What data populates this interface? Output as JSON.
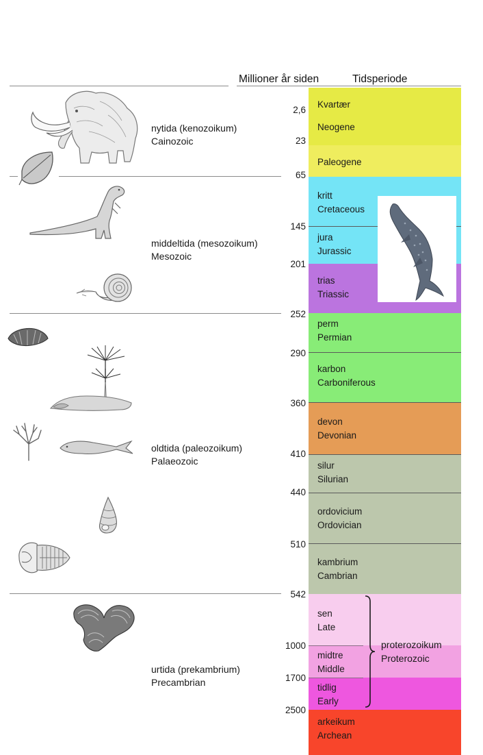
{
  "header": {
    "age_label": "Millioner år siden",
    "period_label": "Tidsperiode"
  },
  "eras": [
    {
      "id": "kenozoikum",
      "label_no": "nytida (kenozoikum)",
      "label_en": "Cainozoic"
    },
    {
      "id": "mesozoikum",
      "label_no": "middeltida (mesozoikum)",
      "label_en": "Mesozoic"
    },
    {
      "id": "paleozoikum",
      "label_no": "oldtida (paleozoikum)",
      "label_en": "Palaeozoic"
    },
    {
      "id": "prekambrium",
      "label_no": "urtida (prekambrium)",
      "label_en": "Precambrian"
    }
  ],
  "ages": [
    "2,6",
    "23",
    "65",
    "145",
    "201",
    "252",
    "290",
    "360",
    "410",
    "440",
    "510",
    "542",
    "1000",
    "1700",
    "2500"
  ],
  "periods": [
    {
      "id": "kvartaer",
      "label_no": "Kvartær",
      "color": "#e6ea45"
    },
    {
      "id": "neogene",
      "label_no": "Neogene",
      "color": "#e6ea45"
    },
    {
      "id": "paleogene",
      "label_no": "Paleogene",
      "color": "#efed5e"
    },
    {
      "id": "kritt",
      "label_no": "kritt",
      "label_en": "Cretaceous",
      "color": "#74e4f6"
    },
    {
      "id": "jura",
      "label_no": "jura",
      "label_en": "Jurassic",
      "color": "#74e4f6"
    },
    {
      "id": "trias",
      "label_no": "trias",
      "label_en": "Triassic",
      "color": "#bb74df"
    },
    {
      "id": "perm",
      "label_no": "perm",
      "label_en": "Permian",
      "color": "#88ec77"
    },
    {
      "id": "karbon",
      "label_no": "karbon",
      "label_en": "Carboniferous",
      "color": "#88ec77"
    },
    {
      "id": "devon",
      "label_no": "devon",
      "label_en": "Devonian",
      "color": "#e59c56"
    },
    {
      "id": "silur",
      "label_no": "silur",
      "label_en": "Silurian",
      "color": "#bcc7ac"
    },
    {
      "id": "ordovicium",
      "label_no": "ordovicium",
      "label_en": "Ordovician",
      "color": "#bcc7ac"
    },
    {
      "id": "kambrium",
      "label_no": "kambrium",
      "label_en": "Cambrian",
      "color": "#bcc7ac"
    },
    {
      "id": "sen",
      "label_no": "sen",
      "label_en": "Late",
      "color": "#f8cdee"
    },
    {
      "id": "midtre",
      "label_no": "midtre",
      "label_en": "Middle",
      "color": "#f2a2e2"
    },
    {
      "id": "tidlig",
      "label_no": "tidlig",
      "label_en": "Early",
      "color": "#ee57df"
    },
    {
      "id": "arkeikum",
      "label_no": "arkeikum",
      "label_en": "Archean",
      "color": "#f8452b"
    }
  ],
  "proterozoic": {
    "label_no": "proterozoikum",
    "label_en": "Proterozoic"
  },
  "illustrations": [
    "mammoth-icon",
    "leaf-icon",
    "dinosaur-icon",
    "ammonite-icon",
    "ichthyosaur-icon",
    "seashell-icon",
    "fern-tree-icon",
    "amphibian-icon",
    "crinoid-icon",
    "fish-icon",
    "gastropod-icon",
    "trilobite-icon",
    "stromatolite-icon"
  ]
}
